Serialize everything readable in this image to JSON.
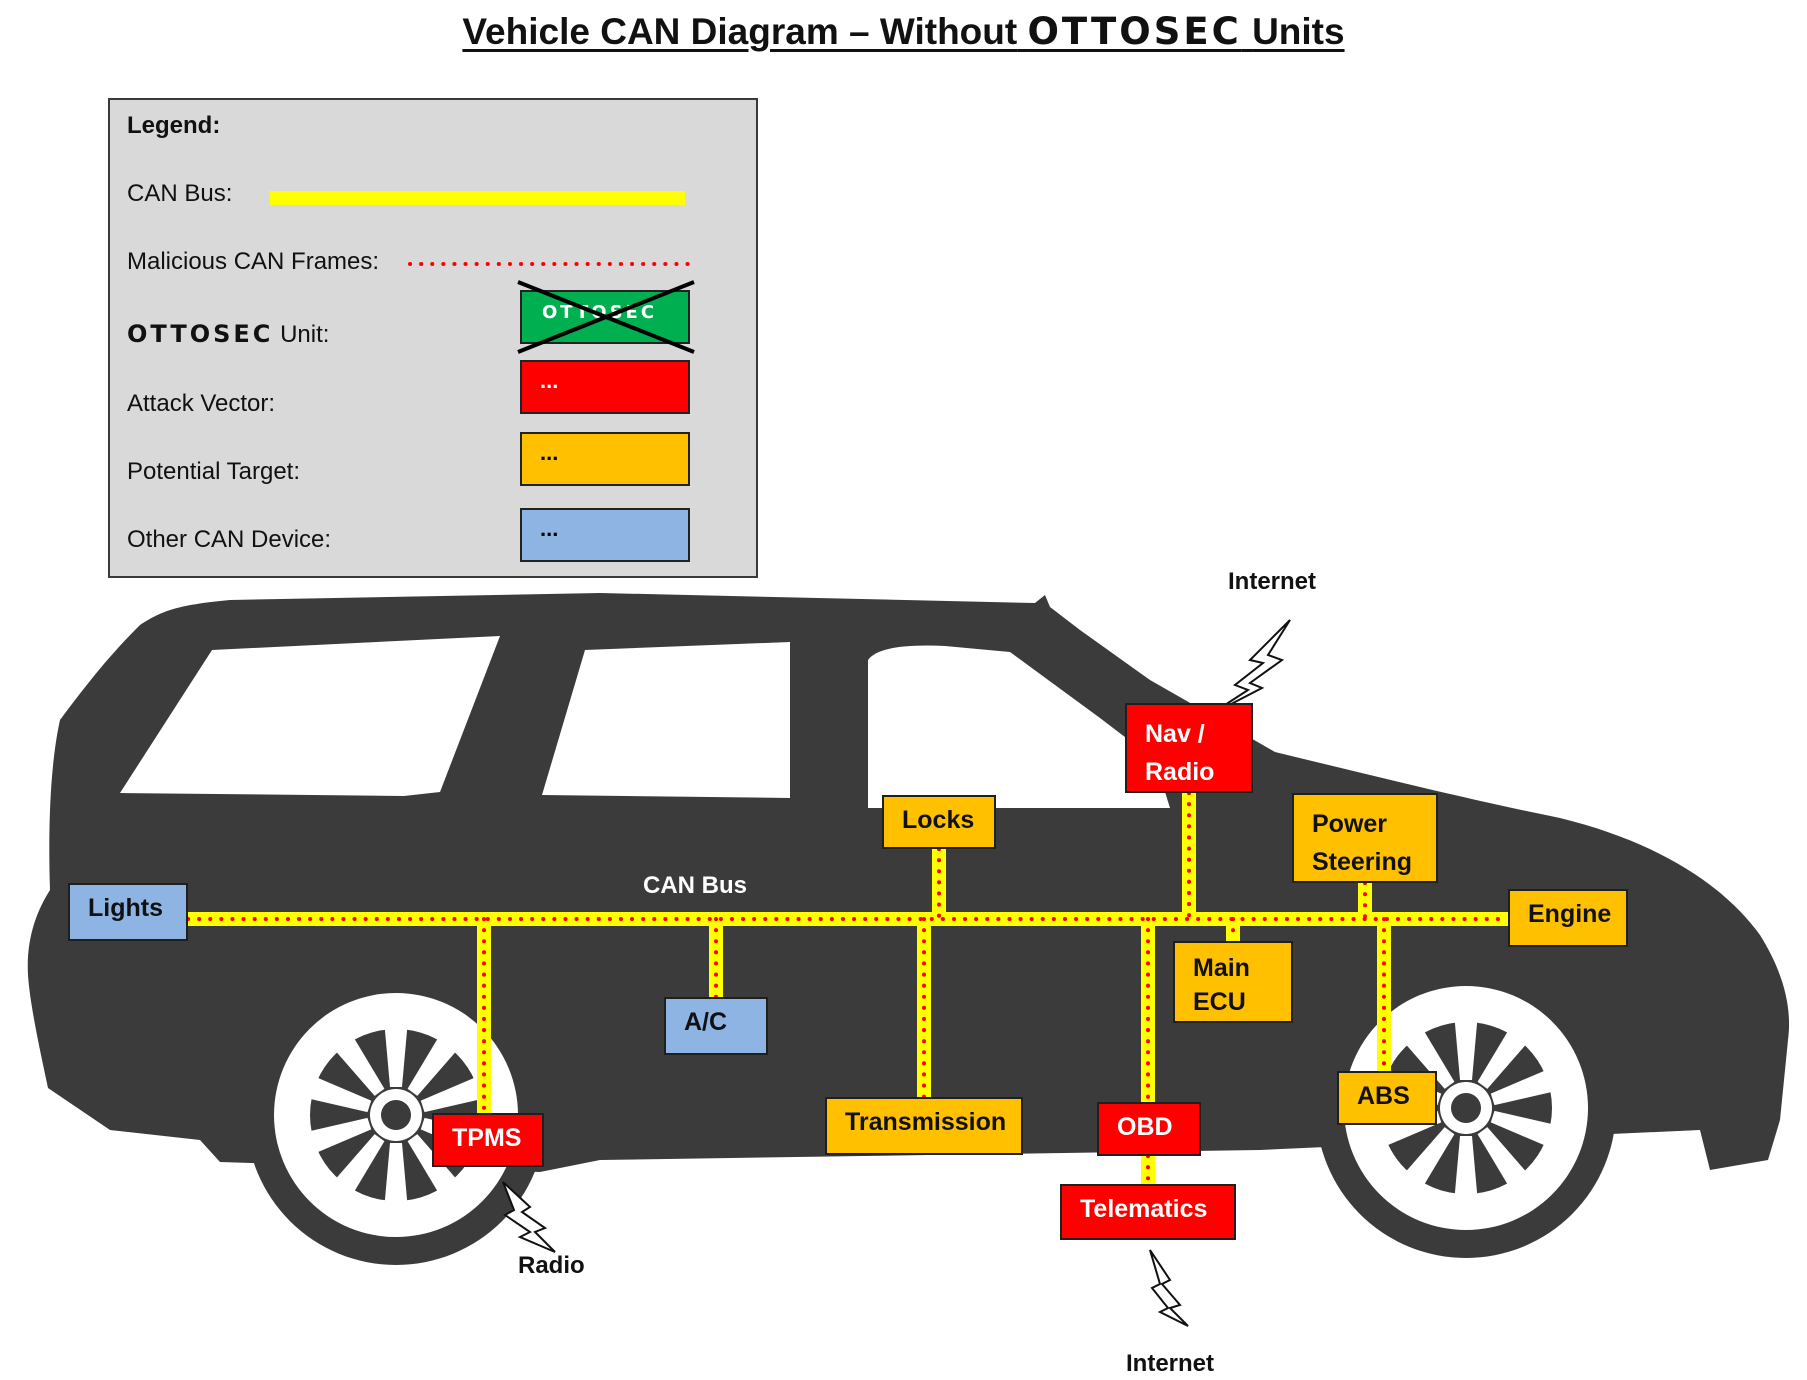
{
  "title": {
    "prefix": "Vehicle CAN Diagram – Without",
    "brand": "OTTOSEC",
    "suffix": "Units"
  },
  "legend": {
    "heading": "Legend:",
    "can_bus": "CAN Bus:",
    "malicious": "Malicious CAN Frames:",
    "ottosec_brand": "OTTOSEC",
    "ottosec_suffix": "Unit:",
    "ottosec_swatch": "OTTOSEC",
    "attack_vector": "Attack Vector:",
    "attack_swatch": "...",
    "potential_target": "Potential Target:",
    "target_swatch": "...",
    "other_device": "Other CAN Device:",
    "other_swatch": "..."
  },
  "colors": {
    "can_bus": "#ffff00",
    "malicious": "#ff0000",
    "ottosec_unit": "#00b050",
    "attack_vector": "#ff0000",
    "potential_target": "#ffc000",
    "other_device": "#8eb4e3",
    "car_body": "#3b3b3b",
    "legend_background": "#d9d9d9"
  },
  "bus_label": "CAN Bus",
  "nodes": {
    "lights": "Lights",
    "tpms": "TPMS",
    "ac": "A/C",
    "locks": "Locks",
    "transmission": "Transmission",
    "nav_line1": "Nav /",
    "nav_line2": "Radio",
    "obd": "OBD",
    "telematics": "Telematics",
    "main_ecu_line1": "Main",
    "main_ecu_line2": "ECU",
    "power_steering_line1": "Power",
    "power_steering_line2": "Steering",
    "abs": "ABS",
    "engine": "Engine"
  },
  "links": {
    "internet_top": "Internet",
    "radio": "Radio",
    "internet_bottom": "Internet"
  }
}
